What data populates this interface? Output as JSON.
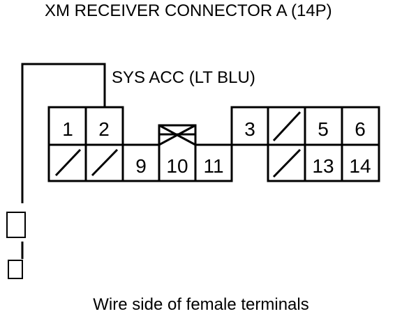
{
  "title": "XM RECEIVER CONNECTOR A (14P)",
  "wire_label": "SYS ACC (LT BLU)",
  "caption": "Wire side of female terminals",
  "terminals": {
    "t1": "1",
    "t2": "2",
    "t3": "3",
    "t5": "5",
    "t6": "6",
    "t9": "9",
    "t10": "10",
    "t11": "11",
    "t13": "13",
    "t14": "14"
  }
}
